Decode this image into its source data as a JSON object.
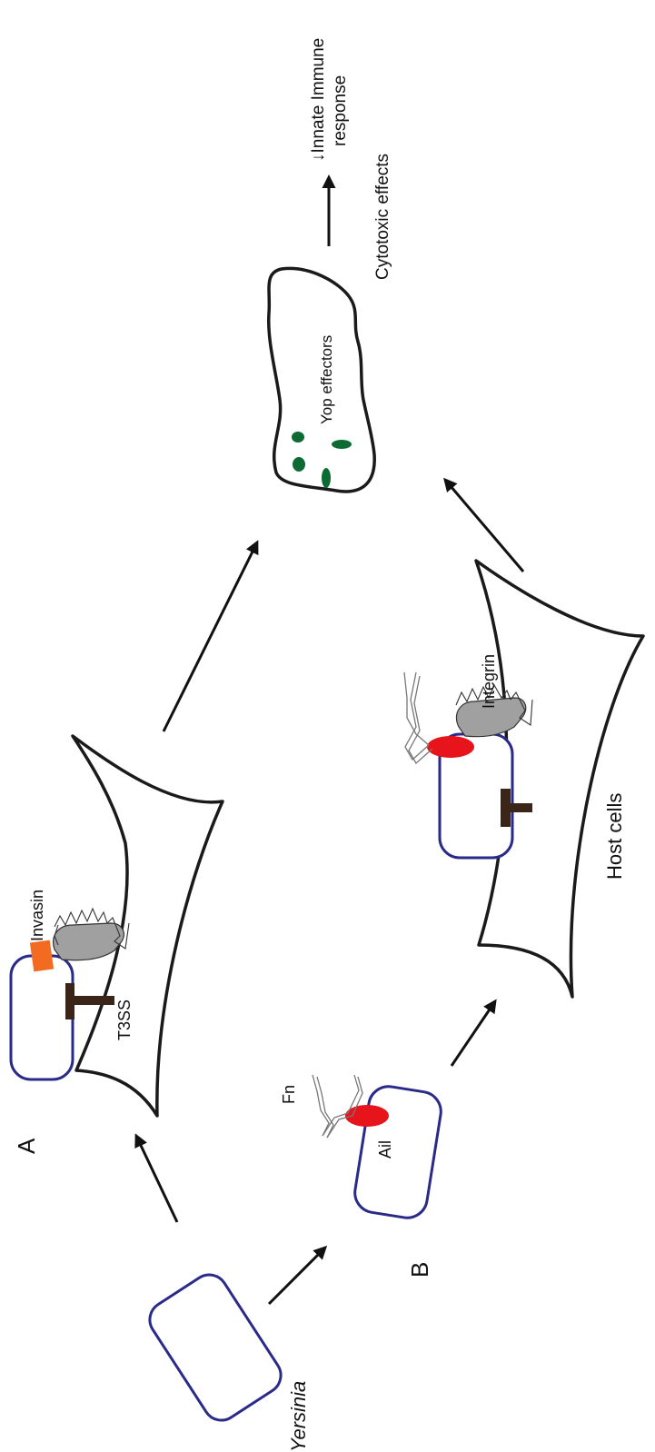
{
  "panels": {
    "a": "A",
    "b": "B"
  },
  "labels": {
    "invasin": "Invasin",
    "t3ss": "T3SS",
    "fn": "Fn",
    "ail": "Ail",
    "integrin": "Integrin",
    "host_cells": "Host cells",
    "yersinia": "Yersinia",
    "yop_effectors": "Yop effectors",
    "innate_line1": "↓Innate Immune",
    "innate_line2": "response",
    "cytotoxic": "Cytotoxic effects"
  },
  "colors": {
    "bacterium_outline": "#2a2a8a",
    "invasin": "#f26b21",
    "ail": "#e8141c",
    "yop": "#0b6b32",
    "t3ss": "#3b2418"
  }
}
